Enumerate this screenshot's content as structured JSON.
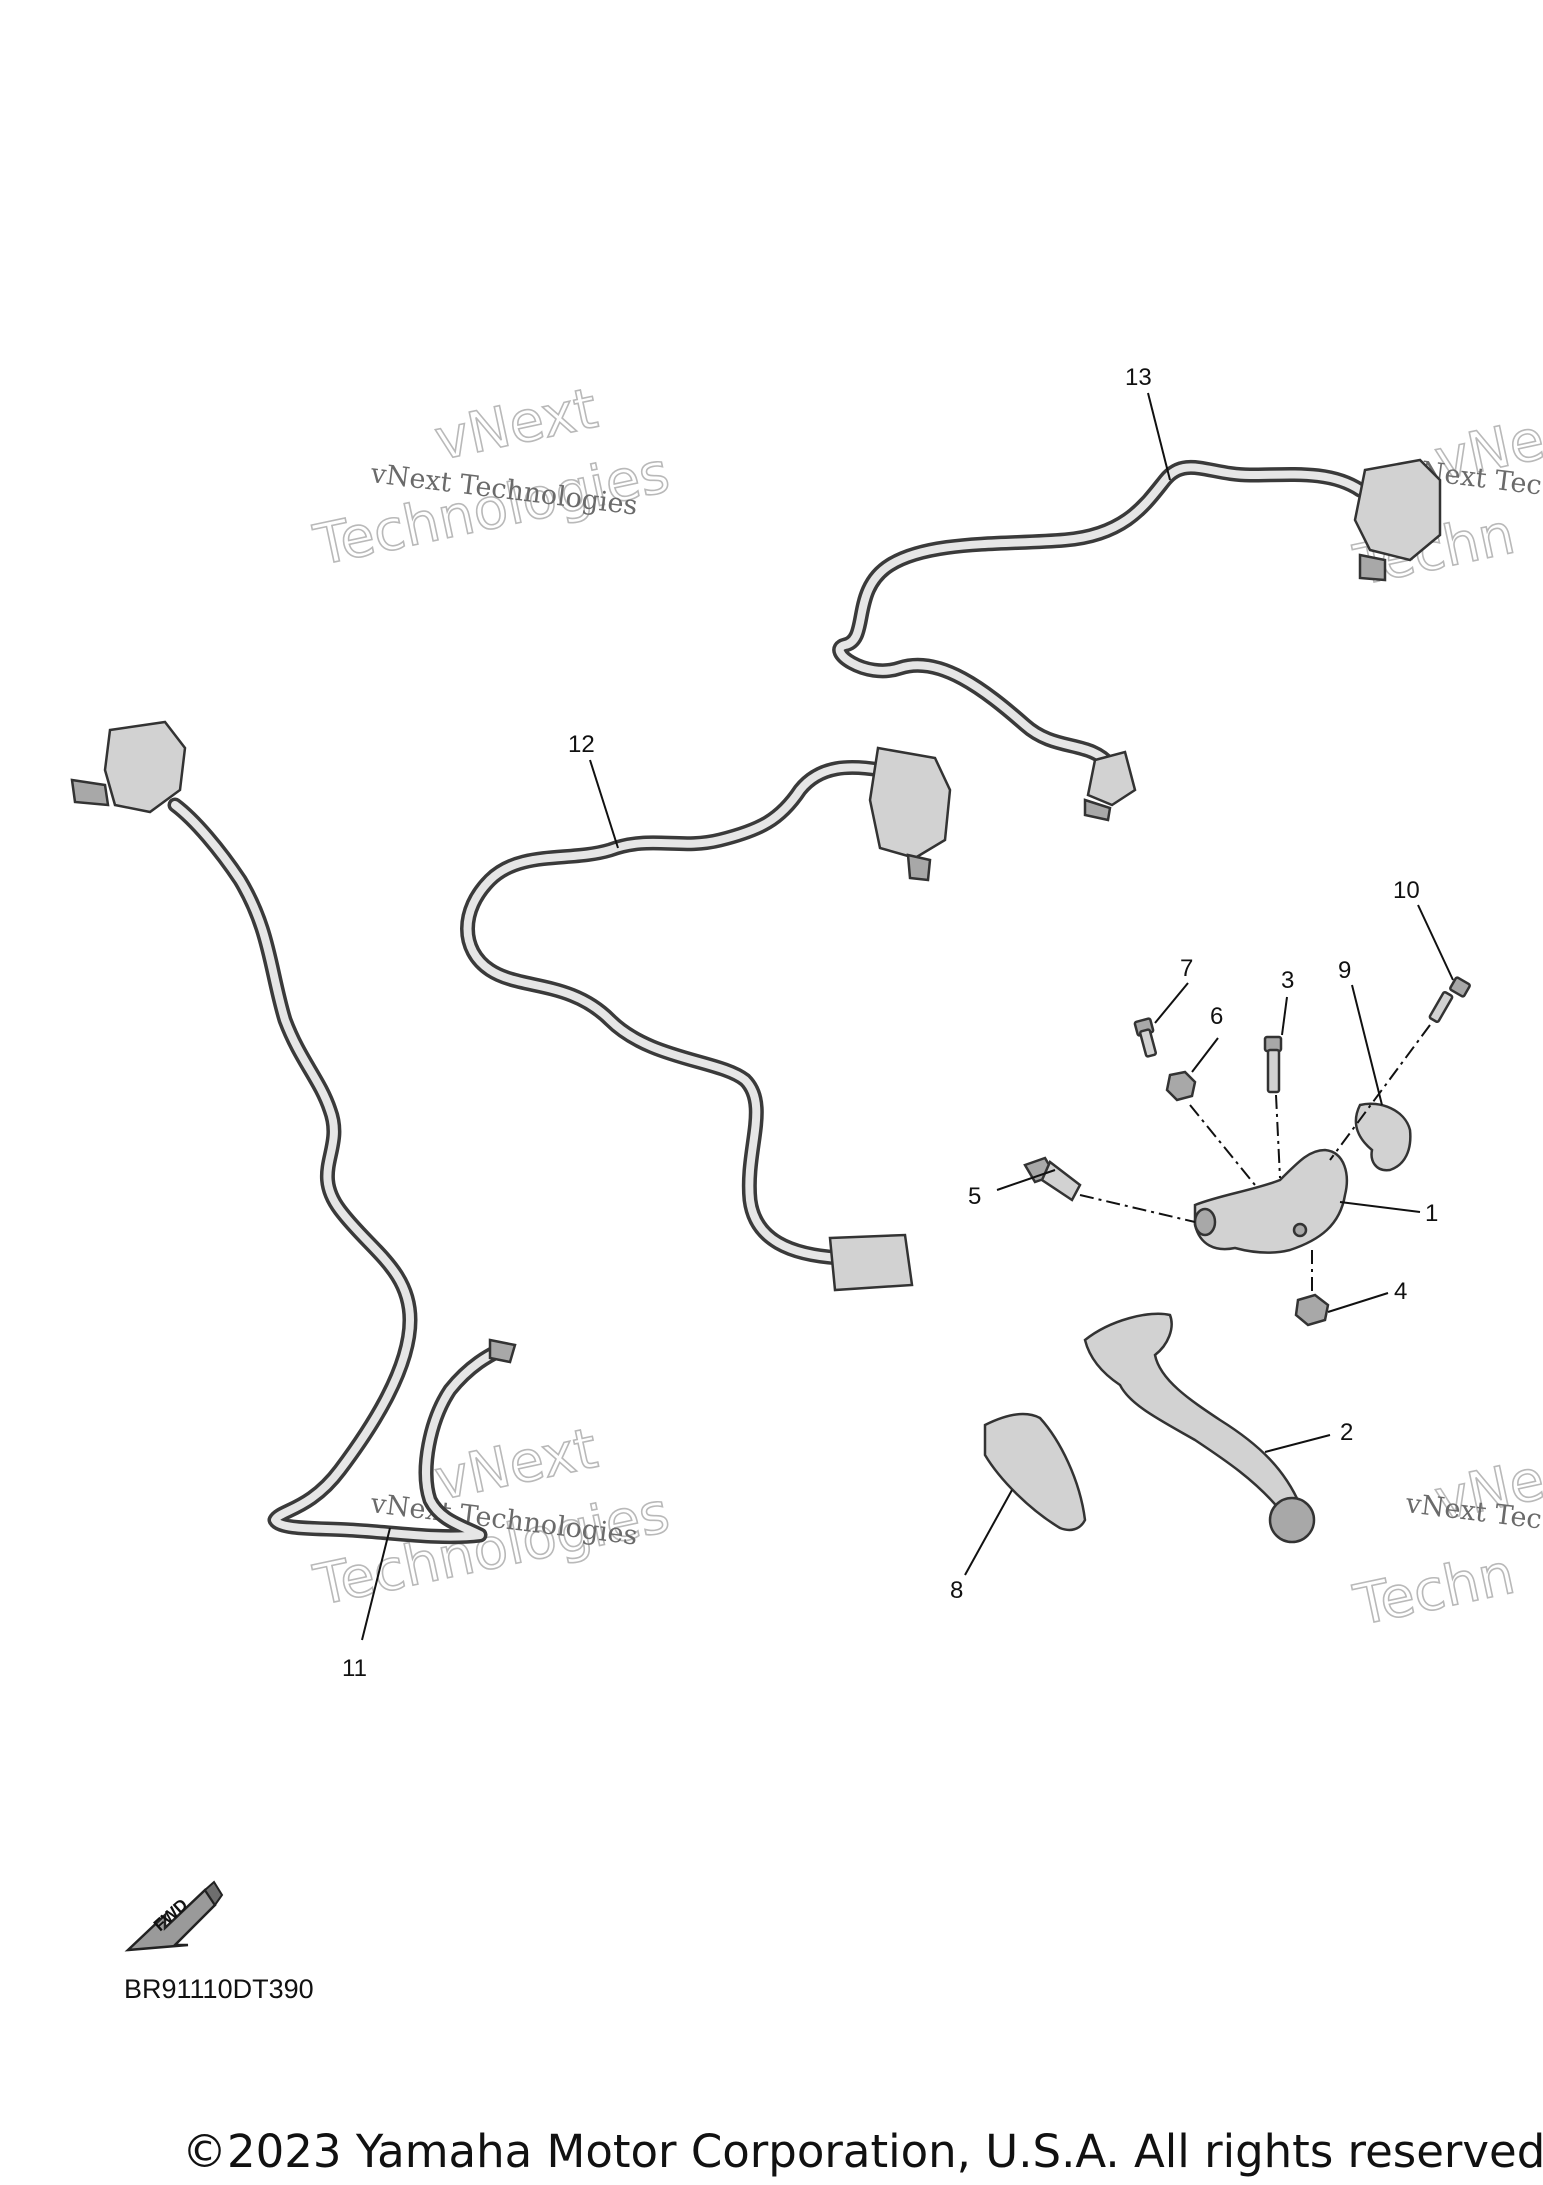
{
  "callouts": {
    "p1": "1",
    "p2": "2",
    "p3": "3",
    "p4": "4",
    "p5": "5",
    "p6": "6",
    "p7": "7",
    "p8": "8",
    "p9": "9",
    "p10": "10",
    "p11": "11",
    "p12": "12",
    "p13": "13"
  },
  "watermark": {
    "line1": "vNext Technologies",
    "big_top": "vNext",
    "big_bottom": "Technologies",
    "line1_cut": "vNext Tec",
    "big_top_cut": "vNe",
    "big_bottom_cut": "Techn"
  },
  "fwd_label": "FWD",
  "diagram_code": "BR91110DT390",
  "copyright": "©2023 Yamaha Motor Corporation, U.S.A. All rights reserved."
}
